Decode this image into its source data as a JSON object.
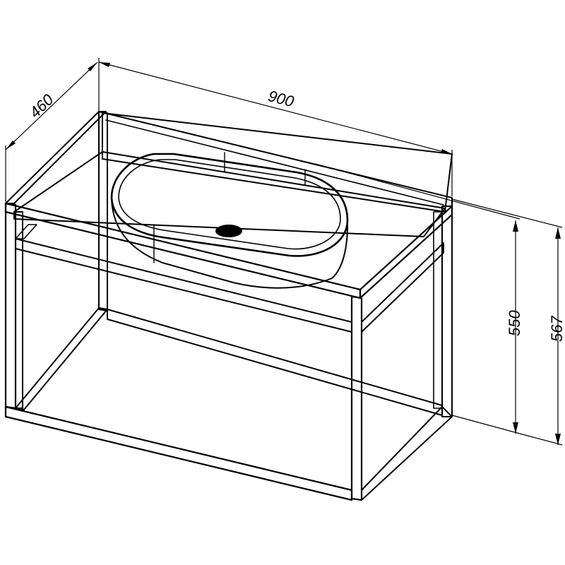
{
  "dimensions": {
    "width": "900",
    "depth": "460",
    "height_inner": "550",
    "height_total": "567"
  },
  "colors": {
    "stroke": "#000000",
    "background": "#ffffff"
  }
}
